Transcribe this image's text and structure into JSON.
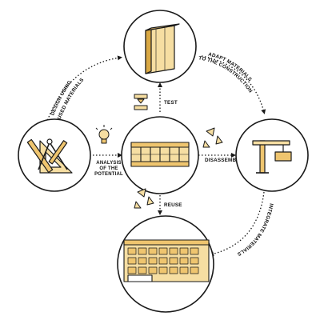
{
  "colors": {
    "wood_light": "#f6dea2",
    "wood_mid": "#efc56f",
    "wood_dark": "#d9a844",
    "outline": "#1a1a1a",
    "background": "#ffffff"
  },
  "nodes": [
    {
      "id": "design",
      "icon": "drafting-tools-icon"
    },
    {
      "id": "test",
      "icon": "wooden-panel-icon"
    },
    {
      "id": "construction",
      "icon": "construction-crane-icon"
    },
    {
      "id": "analysis",
      "icon": "timber-frame-icon"
    },
    {
      "id": "building",
      "icon": "building-facade-icon"
    }
  ],
  "labels": {
    "design_line1": "DESIGN USING",
    "design_line2": "REUSED MATERIALS",
    "adapt_line1": "ADAPT MATERIALS",
    "adapt_line2": "TO THE CONSTRUCTION",
    "test": "TEST",
    "analysis_line1": "ANALYSIS",
    "analysis_line2": "OF THE",
    "analysis_line3": "POTENTIAL",
    "disassemble": "DISASSEMBLE",
    "reuse": "REUSE",
    "integrate": "INTEGRATE MATERIALS"
  },
  "small_icons": [
    "press-icon",
    "lightbulb-icon",
    "recycle-arrows-icon",
    "recycle-arrows-icon"
  ]
}
